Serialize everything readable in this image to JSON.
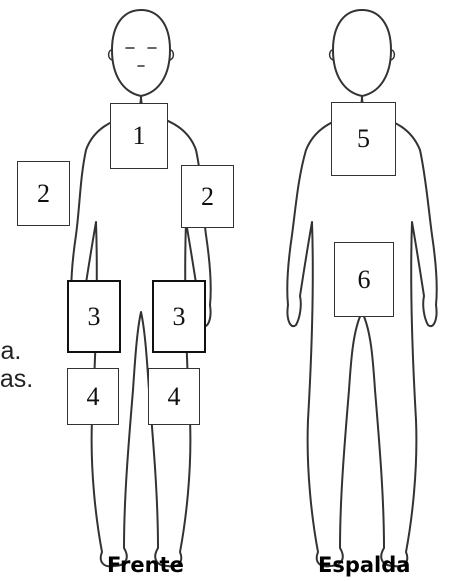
{
  "side_text": [
    "ca.",
    "das."
  ],
  "views": [
    {
      "label": "Frente",
      "boxes": [
        "1",
        "2",
        "2",
        "3",
        "3",
        "4",
        "4"
      ]
    },
    {
      "label": "Espalda",
      "boxes": [
        "5",
        "6"
      ]
    }
  ],
  "colors": {
    "outline": "#333333",
    "background": "#ffffff"
  }
}
